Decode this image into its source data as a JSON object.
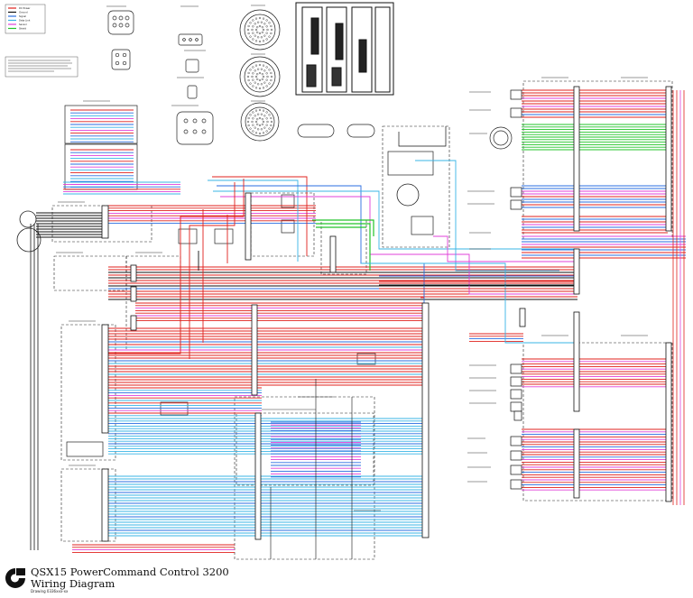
{
  "title_block": {
    "title": "QSX15 PowerCommand Control 3200",
    "subtitle": "Wiring Diagram",
    "drawing_number": "Drawing 0336xxx-xx",
    "logo_icon": "cummins-logo-icon"
  },
  "colors": {
    "red": "#e0201c",
    "blue": "#2a6de0",
    "cyan": "#38b4e6",
    "magenta": "#e040d8",
    "green": "#22c42a",
    "yellow": "#f0d800",
    "black": "#111111"
  },
  "legend": {
    "entries": [
      {
        "label": "DC Power",
        "color": "#e0201c"
      },
      {
        "label": "Ground",
        "color": "#111111"
      },
      {
        "label": "Signal",
        "color": "#2a6de0"
      },
      {
        "label": "Data Link",
        "color": "#38b4e6"
      },
      {
        "label": "Sensor",
        "color": "#e040d8"
      },
      {
        "label": "Shield",
        "color": "#22c42a"
      }
    ]
  }
}
